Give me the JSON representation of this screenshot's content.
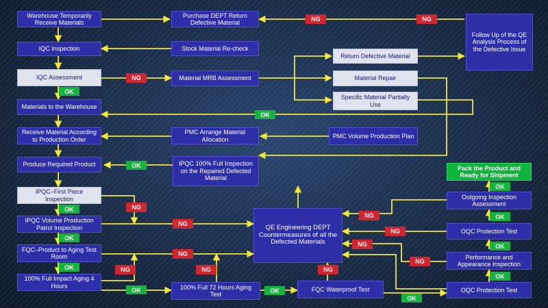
{
  "colors": {
    "box": "#2e2ea8",
    "box_light": "#dfe3ee",
    "box_green": "#0db53a",
    "ok": "#15b43c",
    "ng": "#d1262f",
    "arrow": "#f2e83a",
    "background": "#1c2d4a"
  },
  "boxes": {
    "warehouse_receive": "Warehouse Temporarily Receive Materials",
    "iqc_inspection": "IQC Inspection",
    "iqc_assessment": "IQC Assessment",
    "materials_warehouse": "Materials to the Warehouse",
    "receive_material_order": "Receive Material According to Production Order",
    "produce_product": "Produce Required Product",
    "ipqc_first_piece": "IPQC–First Piece Inspection",
    "ipqc_volume_patrol": "IPQC Volume Production Patrol Inspection",
    "fqc_aging_room": "FQC–Product to Aging Test Room",
    "full_impact_aging": "100% Full Impact Aging 4 Hours",
    "purchase_return": "Purchase DEPT Return Defective Material",
    "stock_recheck": "Stock Material Re-check",
    "mrb_assessment": "Material MRB Assessment",
    "pmc_arrange": "PMC Arrange Material Allocation",
    "ipqc_full_repaired": "IPQC 100% Full Inspection on the Repaired Defected Material",
    "full_72_aging": "100% Full 72 Hours Aging Test",
    "return_defective": "Return Defective Material",
    "material_repair": "Material Repair",
    "specific_partial": "Specific Material Partially Use",
    "pmc_volume_plan": "PMC Volume Production Plan",
    "qe_countermeasures": "QE Engineering DEPT Countermeasures of all the Defected Materials",
    "fqc_waterproof": "FQC Waterproof Test",
    "follow_up_qe": "Follow Up of the QE Analysis Process of the Defective Issue",
    "pack_ship": "Pack the Product and Ready for Shipment",
    "outgoing_assessment": "Outgoing Inspection Assessment",
    "oqc_protection_1": "OQC Protection Test",
    "perf_appearance": "Performance and Appearance Inspection",
    "oqc_protection_2": "OQC Protection Test"
  },
  "tags": {
    "ok": "OK",
    "ng": "NG"
  }
}
